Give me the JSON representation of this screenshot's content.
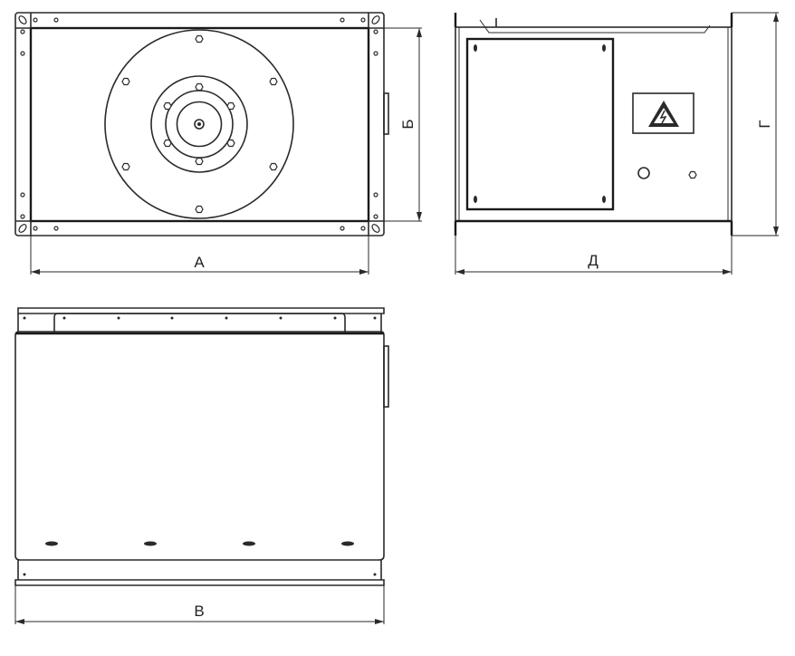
{
  "drawing": {
    "front_view": {
      "width_label": "А",
      "height_label": "Б"
    },
    "side_view": {
      "height_label": "Г",
      "depth_label": "Д"
    },
    "top_view": {
      "width_label": "В"
    },
    "line_color": "#2a2a2a"
  }
}
